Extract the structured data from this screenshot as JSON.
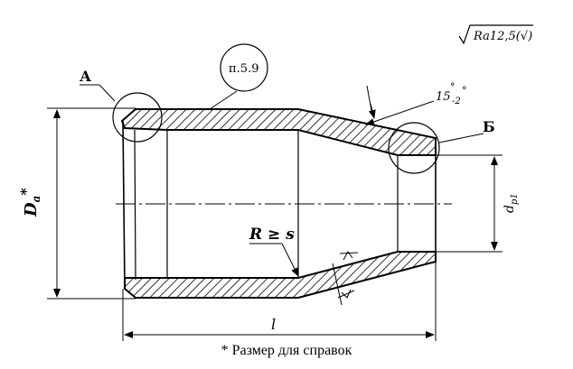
{
  "roughness": "Ra12,5(√)",
  "ref_note_label": "п.5.9",
  "zone_a_label": "А",
  "zone_b_label": "Б",
  "angle_main": "15",
  "angle_tol": "-2",
  "degree_sign": "°",
  "outer_diameter_label": "D",
  "outer_diameter_sub": "a",
  "outer_diameter_star": "*",
  "inner_diameter_label": "d",
  "inner_diameter_sub": "p1",
  "radius_label": "R ≥ s",
  "length_label": "l",
  "footnote": "* Размер для справок"
}
